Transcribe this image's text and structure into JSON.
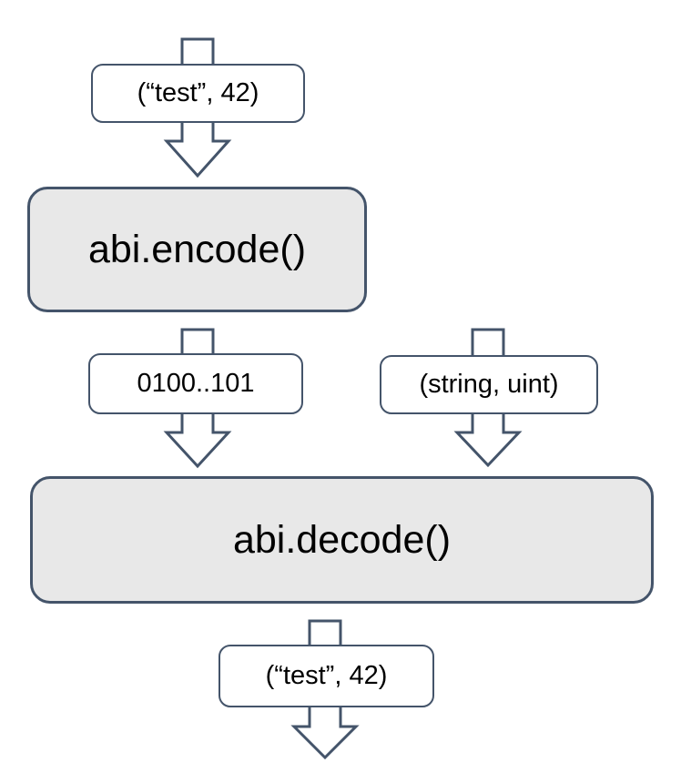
{
  "diagram": {
    "colors": {
      "stroke": "#44546a",
      "process_fill": "#e8e8e8",
      "io_fill": "#ffffff",
      "text": "#000000",
      "background": "#ffffff"
    },
    "nodes": {
      "input_tuple": "(“test”, 42)",
      "encode": "abi.encode()",
      "encoded_bytes": "0100..101",
      "types_tuple": "(string, uint)",
      "decode": "abi.decode()",
      "output_tuple": "(“test”, 42)"
    },
    "connectors": {
      "into_input": "down-arrow-shaft",
      "input_to_encode": "down-arrow",
      "encode_to_bytes": "down-arrow-shaft",
      "bytes_to_decode": "down-arrow",
      "into_types": "down-arrow-shaft",
      "types_to_decode": "down-arrow",
      "decode_to_output": "down-arrow-shaft",
      "output_result": "down-arrow"
    }
  }
}
